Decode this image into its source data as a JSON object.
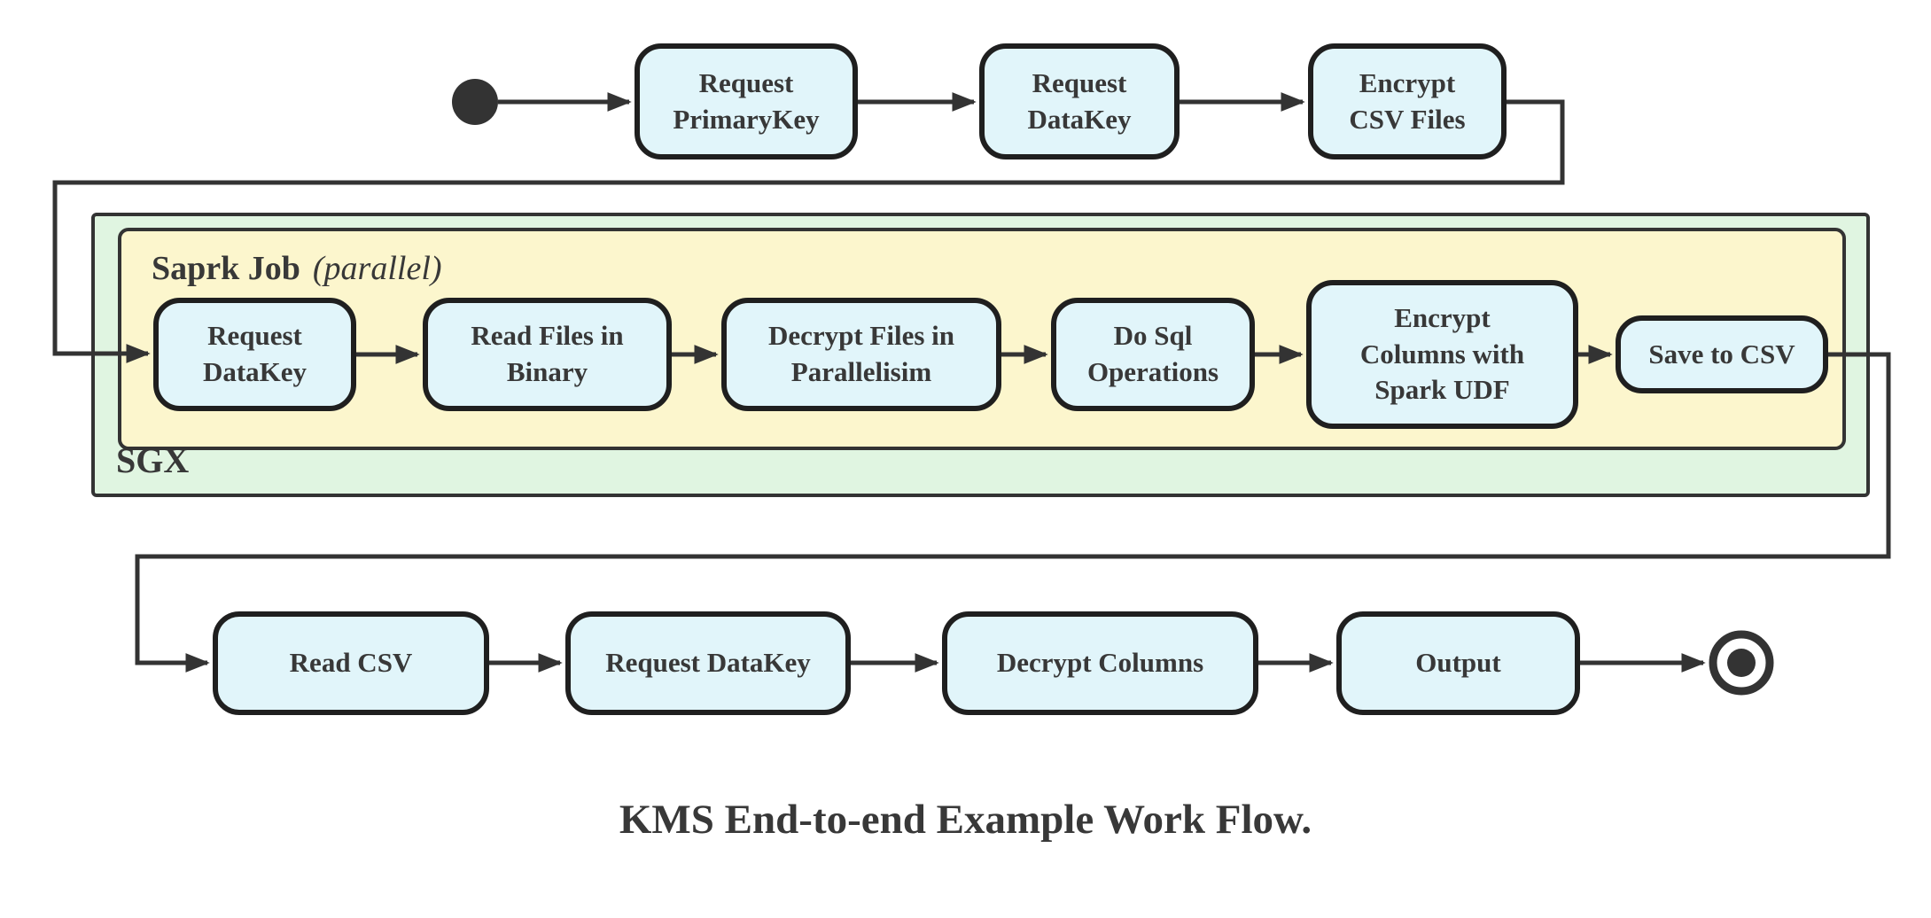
{
  "diagram": {
    "type": "activity-flowchart",
    "caption": "KMS End-to-end Example Work Flow.",
    "containers": {
      "spark_job": {
        "label": "Saprk Job",
        "annotation": "(parallel)"
      },
      "sgx": {
        "label": "SGX"
      }
    },
    "nodes": {
      "t1": "Request\nPrimaryKey",
      "t2": "Request\nDataKey",
      "t3": "Encrypt\nCSV Files",
      "m1": "Request\nDataKey",
      "m2": "Read Files in\nBinary",
      "m3": "Decrypt Files in\nParallelisim",
      "m4": "Do Sql\nOperations",
      "m5": "Encrypt\nColumns with\nSpark UDF",
      "m6": "Save to CSV",
      "b1": "Read CSV",
      "b2": "Request DataKey",
      "b3": "Decrypt Columns",
      "b4": "Output"
    },
    "markers": {
      "start_node": "initial-state-filled-circle",
      "end_node": "final-state-ring-with-dot"
    },
    "colors": {
      "node_fill": "#e1f5fa",
      "node_border": "#1f1f1f",
      "sgx_fill": "#e0f5e1",
      "spark_fill": "#fcf6cd",
      "container_border": "#333333",
      "line": "#333333",
      "text": "#383838"
    }
  }
}
